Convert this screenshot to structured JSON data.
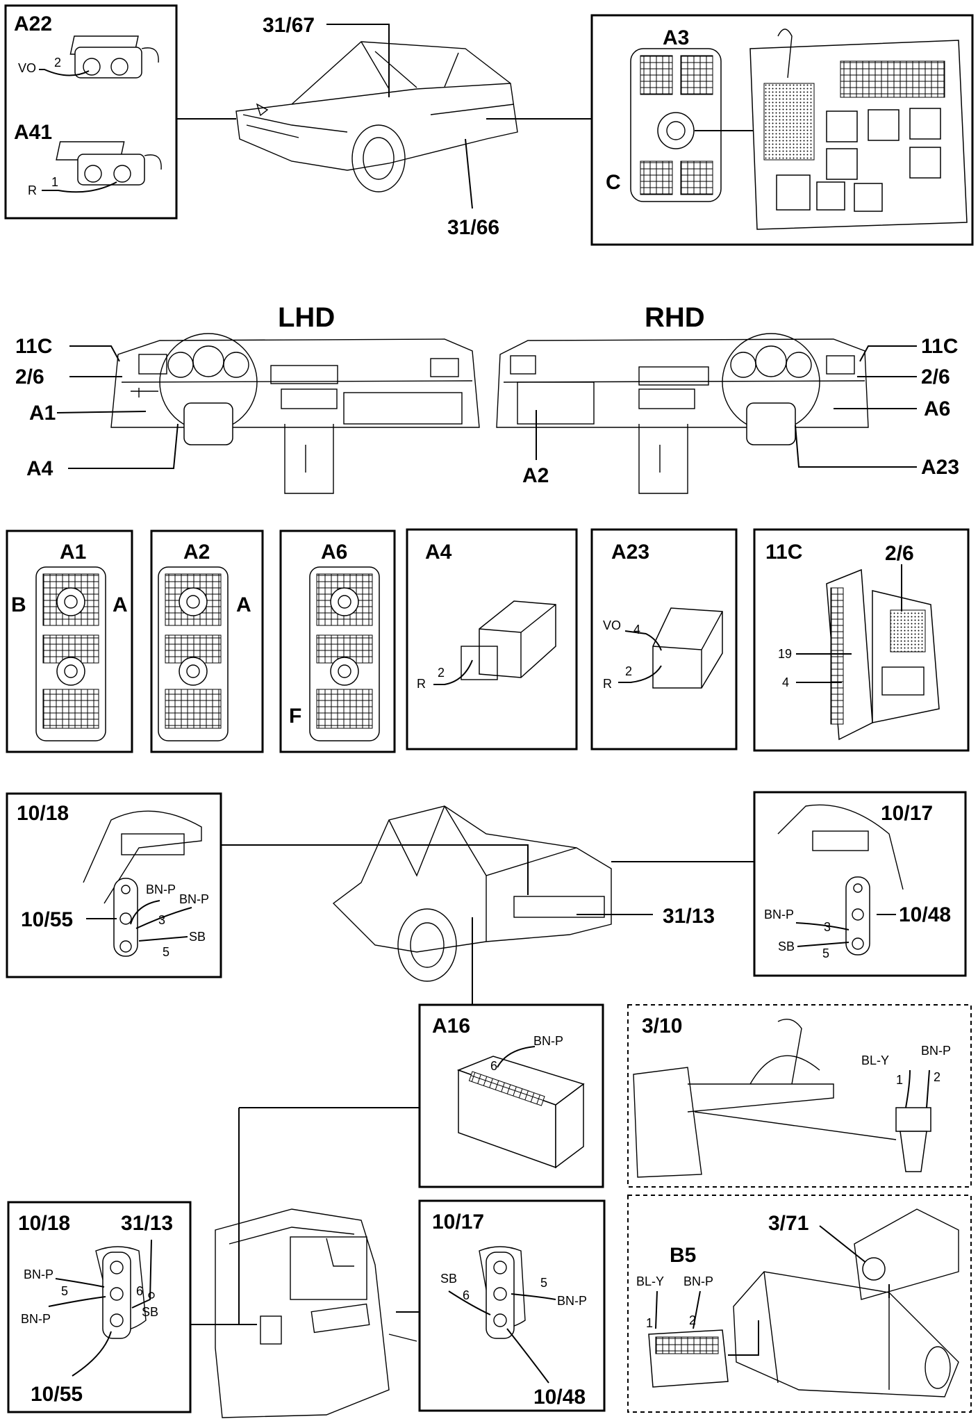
{
  "top": {
    "a22": "A22",
    "a22_wire_color": "VO",
    "a22_pin": "2",
    "a41": "A41",
    "a41_wire_color": "R",
    "a41_pin": "1",
    "ref_3167": "31/67",
    "ref_3166": "31/66",
    "a3": "A3",
    "c": "C"
  },
  "dash": {
    "lhd": "LHD",
    "rhd": "RHD",
    "left": {
      "c11": "11C",
      "p26": "2/6",
      "a1": "A1",
      "a4": "A4"
    },
    "right": {
      "c11": "11C",
      "p26": "2/6",
      "a6": "A6",
      "a23": "A23",
      "a2": "A2"
    }
  },
  "connectors": {
    "a1": {
      "title": "A1",
      "left": "B",
      "right": "A"
    },
    "a2": {
      "title": "A2",
      "right": "A"
    },
    "a6": {
      "title": "A6",
      "bottom": "F"
    },
    "a4": {
      "title": "A4",
      "wire": "R",
      "pin": "2"
    },
    "a23": {
      "title": "A23",
      "wire1": "VO",
      "pin1": "4",
      "wire2": "R",
      "pin2": "2"
    },
    "c11": {
      "title": "11C",
      "title2": "2/6",
      "pin19": "19",
      "pin4": "4"
    }
  },
  "sedan": {
    "left": {
      "title": "10/18",
      "switch": "10/55",
      "w1": "BN-P",
      "w2": "BN-P",
      "p3": "3",
      "w3": "SB",
      "p5": "5"
    },
    "ref_3113": "31/13",
    "right": {
      "title": "10/17",
      "switch": "10/48",
      "w1": "BN-P",
      "p3": "3",
      "w2": "SB",
      "p5": "5"
    }
  },
  "a16": {
    "title": "A16",
    "wire": "BN-P",
    "pin": "6"
  },
  "gear": {
    "title": "3/10",
    "w1": "BL-Y",
    "p1": "1",
    "w2": "BN-P",
    "p2": "2"
  },
  "wagon": {
    "left": {
      "title": "10/18",
      "ref": "31/13",
      "w1": "BN-P",
      "p5": "5",
      "w2": "BN-P",
      "p6": "6",
      "w3": "SB",
      "bottom": "10/55"
    },
    "right": {
      "title": "10/17",
      "w1": "SB",
      "p6": "6",
      "p5": "5",
      "w2": "BN-P",
      "bottom": "10/48"
    }
  },
  "auto": {
    "title": "3/71",
    "b5": "B5",
    "w1": "BL-Y",
    "w2": "BN-P",
    "p1": "1",
    "p2": "2"
  }
}
